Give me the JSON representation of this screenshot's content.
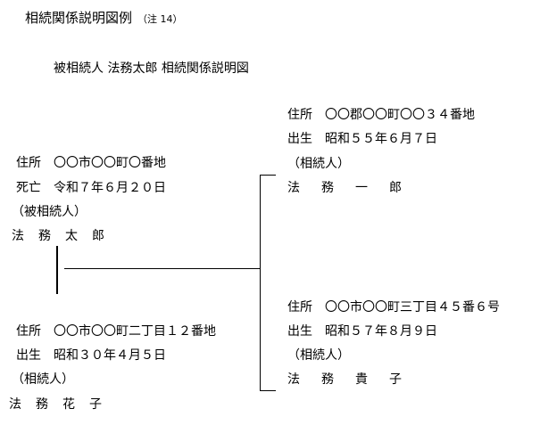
{
  "document": {
    "title": "相続関係説明図例",
    "title_note": "（注 14）",
    "heading": "被相続人 法務太郎 相続関係説明図"
  },
  "deceased": {
    "address": "住所　〇〇市〇〇町〇番地",
    "death": "死亡　令和７年６月２０日",
    "role": "（被相続人）",
    "name": "法務太郎"
  },
  "spouse": {
    "address": "住所　〇〇市〇〇町二丁目１２番地",
    "birth": "出生　昭和３０年４月５日",
    "role": "（相続人）",
    "name": "法務花子"
  },
  "child1": {
    "address": "住所　〇〇郡〇〇町〇〇３４番地",
    "birth": "出生　昭和５５年６月７日",
    "role": "（相続人）",
    "name": "法務一郎"
  },
  "child2": {
    "address": "住所　〇〇市〇〇町三丁目４５番６号",
    "birth": "出生　昭和５７年８月９日",
    "role": "（相続人）",
    "name": "法務貴子"
  }
}
